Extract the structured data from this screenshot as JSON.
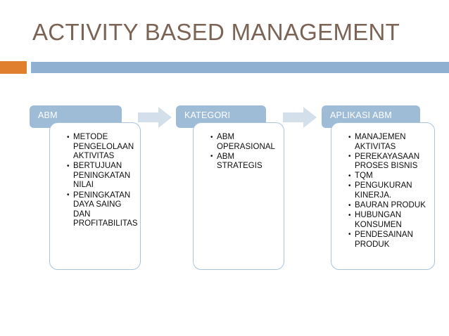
{
  "slide": {
    "title": "ACTIVITY BASED MANAGEMENT",
    "accent_orange": "#e0802f",
    "accent_blue": "#8fb0d0",
    "tab_blue": "#9fbcd7",
    "title_color": "#7b6456",
    "box_border": "#a9c4dd",
    "arrow_fill": "#d3dfea"
  },
  "columns": [
    {
      "heading": "ABM",
      "items": [
        "METODE PENGELOLAAN AKTIVITAS",
        "BERTUJUAN PENINGKATAN NILAI",
        "PENINGKATAN DAYA SAING DAN PROFITABILITAS"
      ]
    },
    {
      "heading": "KATEGORI",
      "items": [
        "ABM OPERASIONAL",
        "ABM STRATEGIS"
      ]
    },
    {
      "heading": "APLIKASI ABM",
      "items": [
        "MANAJEMEN AKTIVITAS",
        "PEREKAYASAAN PROSES BISNIS",
        "TQM",
        "PENGUKURAN KINERJA.",
        "BAURAN PRODUK",
        "HUBUNGAN KONSUMEN",
        "PENDESAINAN PRODUK"
      ]
    }
  ],
  "arrows": [
    {
      "name": "arrow-right-1"
    },
    {
      "name": "arrow-right-2"
    }
  ]
}
